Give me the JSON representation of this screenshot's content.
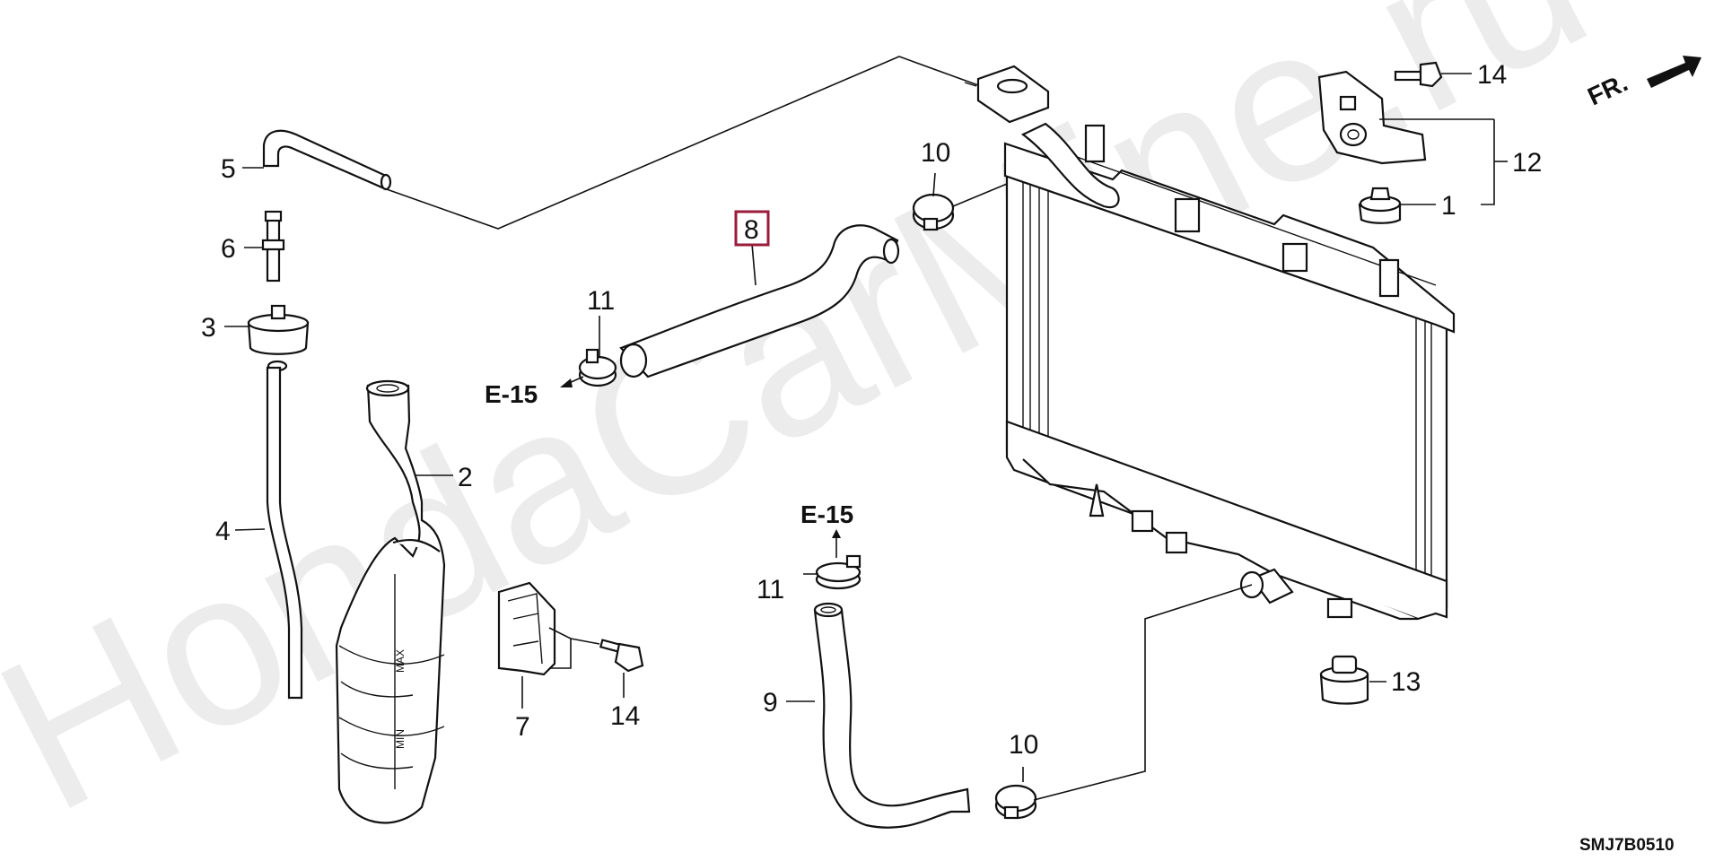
{
  "watermark": "HondaCarMine.ru",
  "diagram_code": "SMJ7B0510",
  "direction_label": "FR.",
  "reference_labels": [
    "E-15",
    "E-15"
  ],
  "tank_marks": {
    "max": "MAX",
    "min": "MIN"
  },
  "callouts": {
    "p1": "1",
    "p2": "2",
    "p3": "3",
    "p4": "4",
    "p5": "5",
    "p6": "6",
    "p7": "7",
    "p8": "8",
    "p9": "9",
    "p10a": "10",
    "p10b": "10",
    "p11a": "11",
    "p11b": "11",
    "p12": "12",
    "p13": "13",
    "p14a": "14",
    "p14b": "14"
  },
  "colors": {
    "highlight": "#9b1b3a",
    "ink": "#111111",
    "watermark": "#ececec"
  }
}
